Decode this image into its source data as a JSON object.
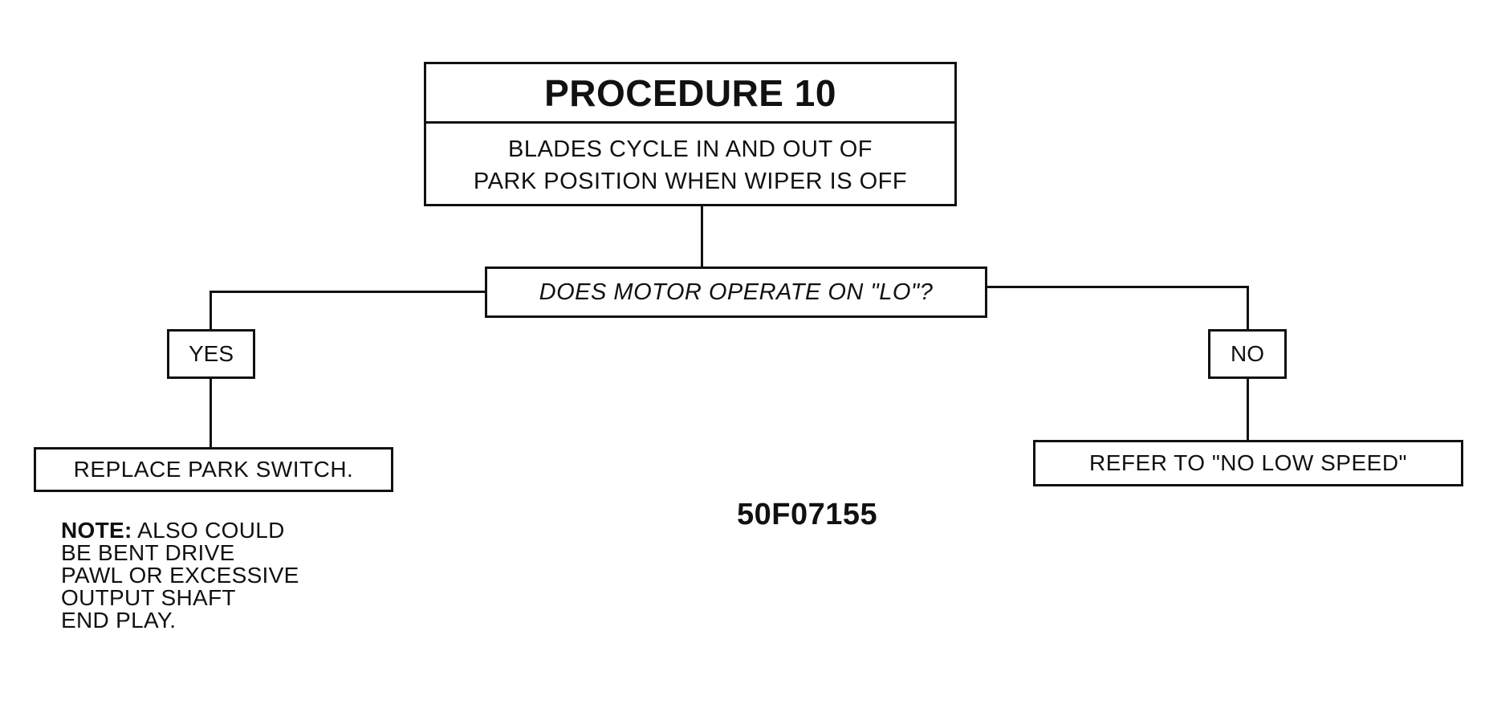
{
  "procedure": {
    "title": "PROCEDURE 10",
    "subtitle_line1": "BLADES CYCLE IN AND OUT OF",
    "subtitle_line2": "PARK POSITION WHEN WIPER IS OFF"
  },
  "question": "DOES MOTOR OPERATE ON \"LO\"?",
  "branches": {
    "yes": {
      "label": "YES",
      "action": "REPLACE PARK SWITCH."
    },
    "no": {
      "label": "NO",
      "action": "REFER TO \"NO LOW SPEED\""
    }
  },
  "note": {
    "label": "NOTE:",
    "line1": "ALSO COULD",
    "line2": "BE BENT DRIVE",
    "line3": "PAWL OR EXCESSIVE",
    "line4": "OUTPUT SHAFT",
    "line5": "END PLAY."
  },
  "figure_id": "50F07155"
}
